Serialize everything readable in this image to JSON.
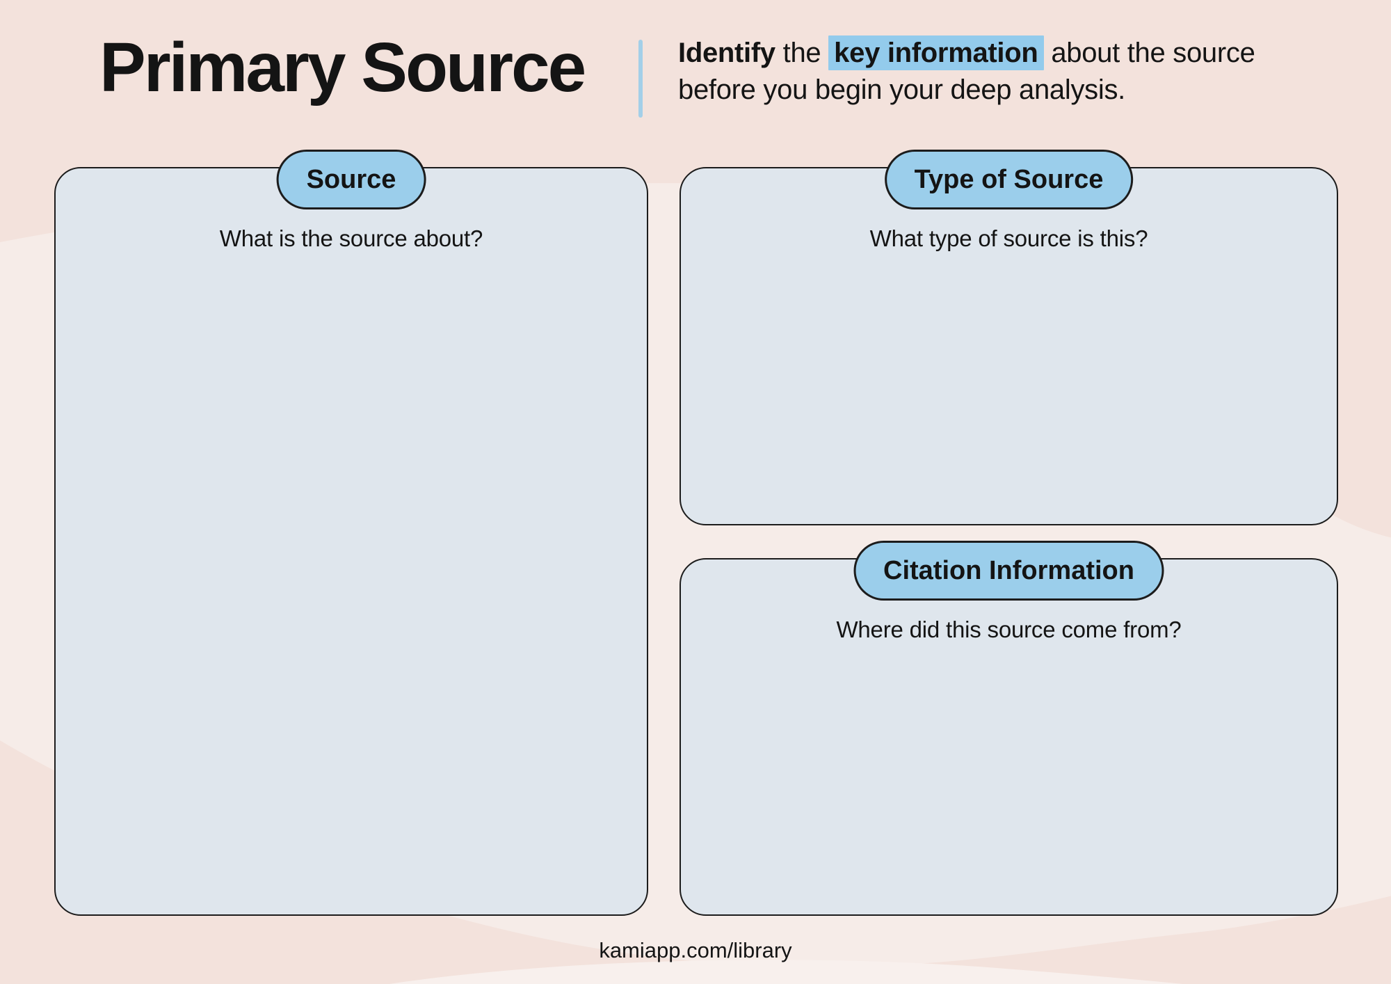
{
  "header": {
    "title": "Primary Source",
    "description": {
      "bold_lead": "Identify",
      "mid": " the ",
      "highlight": "key information",
      "tail": " about the source before you begin your deep analysis."
    }
  },
  "panels": [
    {
      "label": "Source",
      "question": "What is the source about?"
    },
    {
      "label": "Type of Source",
      "question": "What type of source is this?"
    },
    {
      "label": "Citation Information",
      "question": "Where did this source come from?"
    }
  ],
  "footer": {
    "url": "kamiapp.com/library"
  },
  "colors": {
    "page-bg": "#f3e2dc",
    "blob-light": "#f6ece8",
    "wave-light": "#f8f0ed",
    "panel-bg": "#dfe6ed",
    "panel-border": "#1c1c1c",
    "pill-bg": "#9bceeb",
    "highlight-bg": "#93cbec",
    "divider-blue": "#a3cfe8",
    "text-dark": "#141414"
  }
}
